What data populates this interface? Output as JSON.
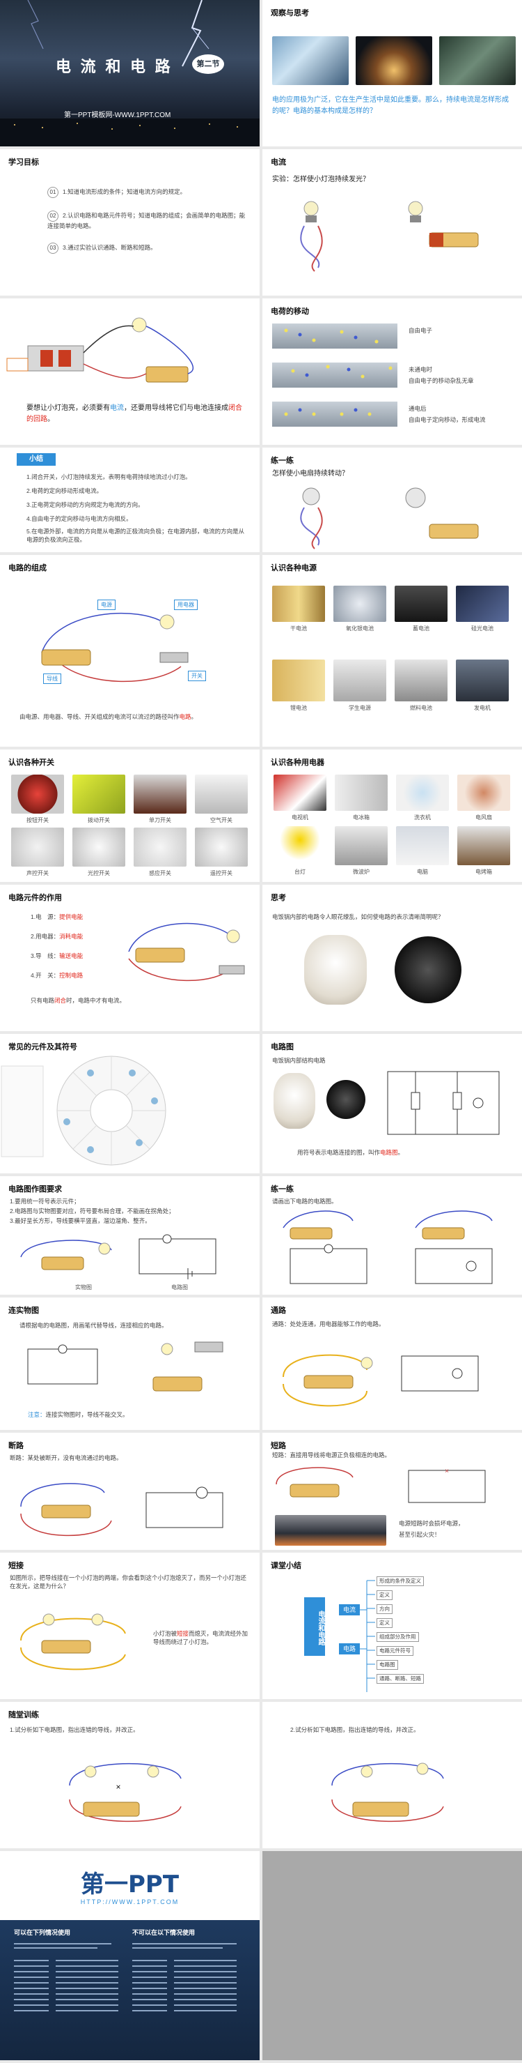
{
  "s1": {
    "title": "电 流 和 电 路",
    "badge": "第二节",
    "site": "第一PPT模板网-WWW.1PPT.COM"
  },
  "s2": {
    "title": "观察与思考",
    "text": "电的应用极为广泛，它在生产生活中是如此重要。那么，持续电流是怎样形成的呢？电路的基本构成是怎样的？"
  },
  "s3": {
    "title": "学习目标",
    "items": [
      {
        "num": "01",
        "text": "1.知道电流形成的条件；知道电流方向的规定。"
      },
      {
        "num": "02",
        "text": "2.认识电路和电路元件符号；知道电路的组成；会画简单的电路图；能连接简单的电路。"
      },
      {
        "num": "03",
        "text": "3.通过实验认识通路、断路和短路。"
      }
    ]
  },
  "s4": {
    "title": "电流",
    "text": "实验：怎样使小灯泡持续发光？"
  },
  "s5": {
    "text_pre": "要想让小灯泡亮，必须要有",
    "w1": "电流",
    "text_mid": "，还要用导线将它们与电池连接成",
    "w2": "闭合的回路",
    "text_end": "。"
  },
  "s6": {
    "title": "电荷的移动",
    "l1": "自由电子",
    "l2": "未通电时",
    "l3": "自由电子的移动杂乱无章",
    "l4": "通电后",
    "l5": "自由电子定向移动，形成电流"
  },
  "s7": {
    "title": "小结",
    "items": [
      "1.闭合开关，小灯泡持续发光，表明有电荷持续地流过小灯泡。",
      "2.电荷的定向移动形成电流。",
      "3.正电荷定向移动的方向规定为电流的方向。",
      "4.自由电子的定向移动与电流方向相反。",
      "5.在电源外部，电流的方向是从电源的正极流向负极；在电源内部，电流的方向是从电源的负极流向正极。"
    ]
  },
  "s8": {
    "title": "练一练",
    "text": "怎样使小电扇持续转动？"
  },
  "s9": {
    "title": "电路的组成",
    "labels": [
      "电源",
      "用电器",
      "导线",
      "开关"
    ],
    "text_pre": "由电源、用电器、导线、开关组成的电流可以流过的路径叫作",
    "word": "电路",
    "text_end": "。"
  },
  "s10": {
    "title": "认识各种电源",
    "labels": [
      "干电池",
      "氧化银电池",
      "蓄电池",
      "硅光电池",
      "锂电池",
      "学生电源",
      "燃料电池",
      "发电机"
    ]
  },
  "s11": {
    "title": "认识各种开关",
    "labels": [
      "按钮开关",
      "拨动开关",
      "单刀开关",
      "空气开关",
      "声控开关",
      "光控开关",
      "感应开关",
      "遥控开关"
    ]
  },
  "s12": {
    "title": "认识各种用电器",
    "labels": [
      "电视机",
      "电冰箱",
      "洗衣机",
      "电风扇",
      "台灯",
      "微波炉",
      "电脑",
      "电烤箱"
    ]
  },
  "s13": {
    "title": "电路元件的作用",
    "items": [
      {
        "k": "1.电　源：",
        "v": "提供电能"
      },
      {
        "k": "2.用电器：",
        "v": "消耗电能"
      },
      {
        "k": "3.导　线：",
        "v": "输送电能"
      },
      {
        "k": "4.开　关：",
        "v": "控制电路"
      }
    ],
    "note_pre": "只有电路",
    "note_w": "闭合",
    "note_end": "时，电路中才有电流。"
  },
  "s14": {
    "title": "思考",
    "text": "电饭锅内部的电路令人眼花缭乱，如何使电路的表示清晰简明呢？"
  },
  "s15": {
    "title": "常见的元件及其符号"
  },
  "s16": {
    "title": "电路图",
    "caption": "电饭锅内部结构电路",
    "text_pre": "用符号表示电路连接的图，叫作",
    "word": "电路图",
    "text_end": "。"
  },
  "s17": {
    "title": "电路图作图要求",
    "items": [
      "1.要用统一符号表示元件；",
      "2.电路图与实物图要对应，符号要布局合理，不能画在拐角处；",
      "3.最好呈长方形，导线要横平竖直，溜边溜角、整齐。"
    ],
    "l1": "实物图",
    "l2": "电路图"
  },
  "s18": {
    "title": "练一练",
    "text": "请画出下电路的电路图。"
  },
  "s19": {
    "title": "连实物图",
    "text": "请根据电的电路图，用画笔代替导线，连接相应的电路。",
    "note_k": "注意：",
    "note_v": "连接实物图时，导线不能交叉。"
  },
  "s20": {
    "title": "通路",
    "text": "通路：处处连通，用电器能够工作的电路。"
  },
  "s21": {
    "title": "断路",
    "text": "断路：某处被断开，没有电流通过的电路。"
  },
  "s22": {
    "title": "短路",
    "text": "短路：直接用导线将电源正负极相连的电路。",
    "warn1": "电源短路时会损坏电源，",
    "warn2": "甚至引起火灾！"
  },
  "s23": {
    "title": "短接",
    "text": "如图所示，把导线接在一个小灯泡的两端，你会看到这个小灯泡熄灭了，而另一个小灯泡还在发光，这是为什么？",
    "ans_pre": "小灯泡被",
    "ans_w": "短接",
    "ans_end": "而熄灭，电流流经外加导线而绕过了小灯泡。"
  },
  "s24": {
    "title": "课堂小结",
    "root": "电流和电路",
    "b1": "电流",
    "b2": "电路",
    "leaves": [
      "形成的条件及定义",
      "定义",
      "方向",
      "定义",
      "组成部分及作用",
      "电路元件符号",
      "电路图",
      "通路、断路、短路"
    ]
  },
  "s25": {
    "title": "随堂训练",
    "text": "1.试分析如下电路图，指出连错的导线，并改正。"
  },
  "s26": {
    "text": "2.试分析如下电路图，指出连错的导线，并改正。"
  },
  "s27": {
    "logo": "第一PPT",
    "url": "HTTP://WWW.1PPT.COM",
    "col1_title": "可以在下列情况使用",
    "col2_title": "不可以在以下情况使用"
  }
}
